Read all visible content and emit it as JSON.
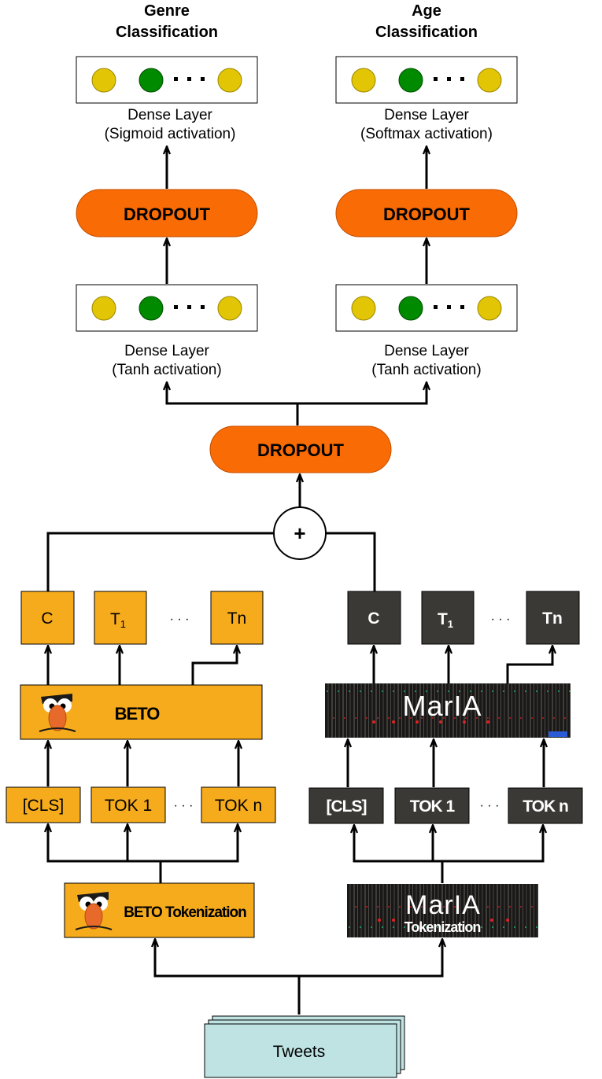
{
  "heads": [
    {
      "title_line1": "Genre",
      "title_line2": "Classification",
      "output_label_line1": "Dense Layer",
      "output_label_line2": "(Sigmoid activation)",
      "dropout_label": "DROPOUT",
      "hidden_label_line1": "Dense Layer",
      "hidden_label_line2": "(Tanh activation)"
    },
    {
      "title_line1": "Age",
      "title_line2": "Classification",
      "output_label_line1": "Dense Layer",
      "output_label_line2": "(Softmax activation)",
      "dropout_label": "DROPOUT",
      "hidden_label_line1": "Dense Layer",
      "hidden_label_line2": "(Tanh activation)"
    }
  ],
  "shared_dropout_label": "DROPOUT",
  "concat_symbol": "+",
  "ellipsis": "· · ·",
  "beto": {
    "outputs": [
      "C",
      "T",
      "Tn"
    ],
    "output_t1_subscript": "1",
    "model_label": "BETO",
    "tokens": [
      "[CLS]",
      "TOK 1",
      "TOK n"
    ],
    "tokenizer_label": "BETO Tokenization"
  },
  "maria": {
    "outputs": [
      "C",
      "T",
      "Tn"
    ],
    "output_t1_subscript": "1",
    "model_label": "MarIA",
    "tokens": [
      "[CLS]",
      "TOK 1",
      "TOK n"
    ],
    "tokenizer_logo": "MarIA",
    "tokenizer_label": "Tokenization"
  },
  "input_label": "Tweets",
  "colors": {
    "dropout": "#f96b04",
    "beto_orange": "#f6ab1c",
    "maria_dark": "#3b3935",
    "neuron_yellow": "#e2c504",
    "neuron_green": "#008a00",
    "tweets_fill": "#bfe3e3"
  }
}
